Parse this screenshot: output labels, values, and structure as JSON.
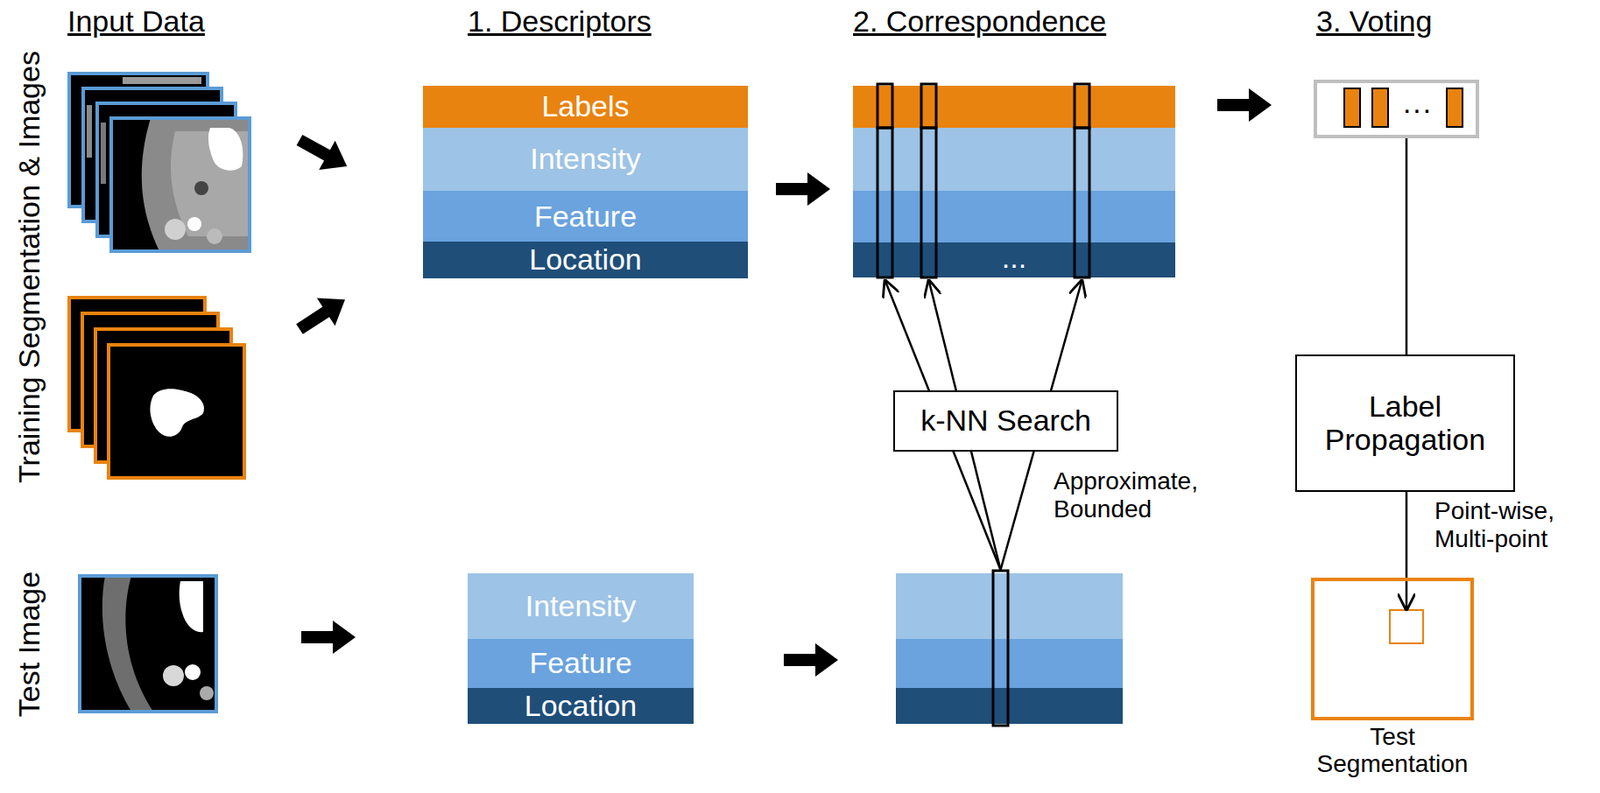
{
  "diagram": {
    "nodes": [
      {
        "text": [
          "Labels"
        ]
      },
      {
        "text": [
          "Intensity"
        ]
      },
      {
        "text": [
          "Feature"
        ]
      },
      {
        "text": [
          "Location"
        ]
      },
      {
        "text": [
          "Intensity"
        ]
      },
      {
        "text": [
          "Feature"
        ]
      },
      {
        "text": [
          "Location"
        ]
      },
      {
        "text": [
          "···"
        ]
      },
      {
        "text": [
          "k-NN Search"
        ]
      },
      {
        "text": [
          "Label Propagation"
        ]
      },
      {
        "text": [
          "Test Segmentation"
        ]
      }
    ],
    "edges": [
      {
        "from": 7,
        "to": 9,
        "arrow": "none"
      },
      {
        "from": 9,
        "to": 10,
        "arrow": "to",
        "label": "Point-wise, Multi-point"
      }
    ],
    "labels": [
      "Input Data",
      "1. Descriptors",
      "2. Correspondence",
      "3. Voting",
      "Training Segmentation & Images",
      "Test Image",
      "...",
      "Approximate, Bounded"
    ]
  }
}
